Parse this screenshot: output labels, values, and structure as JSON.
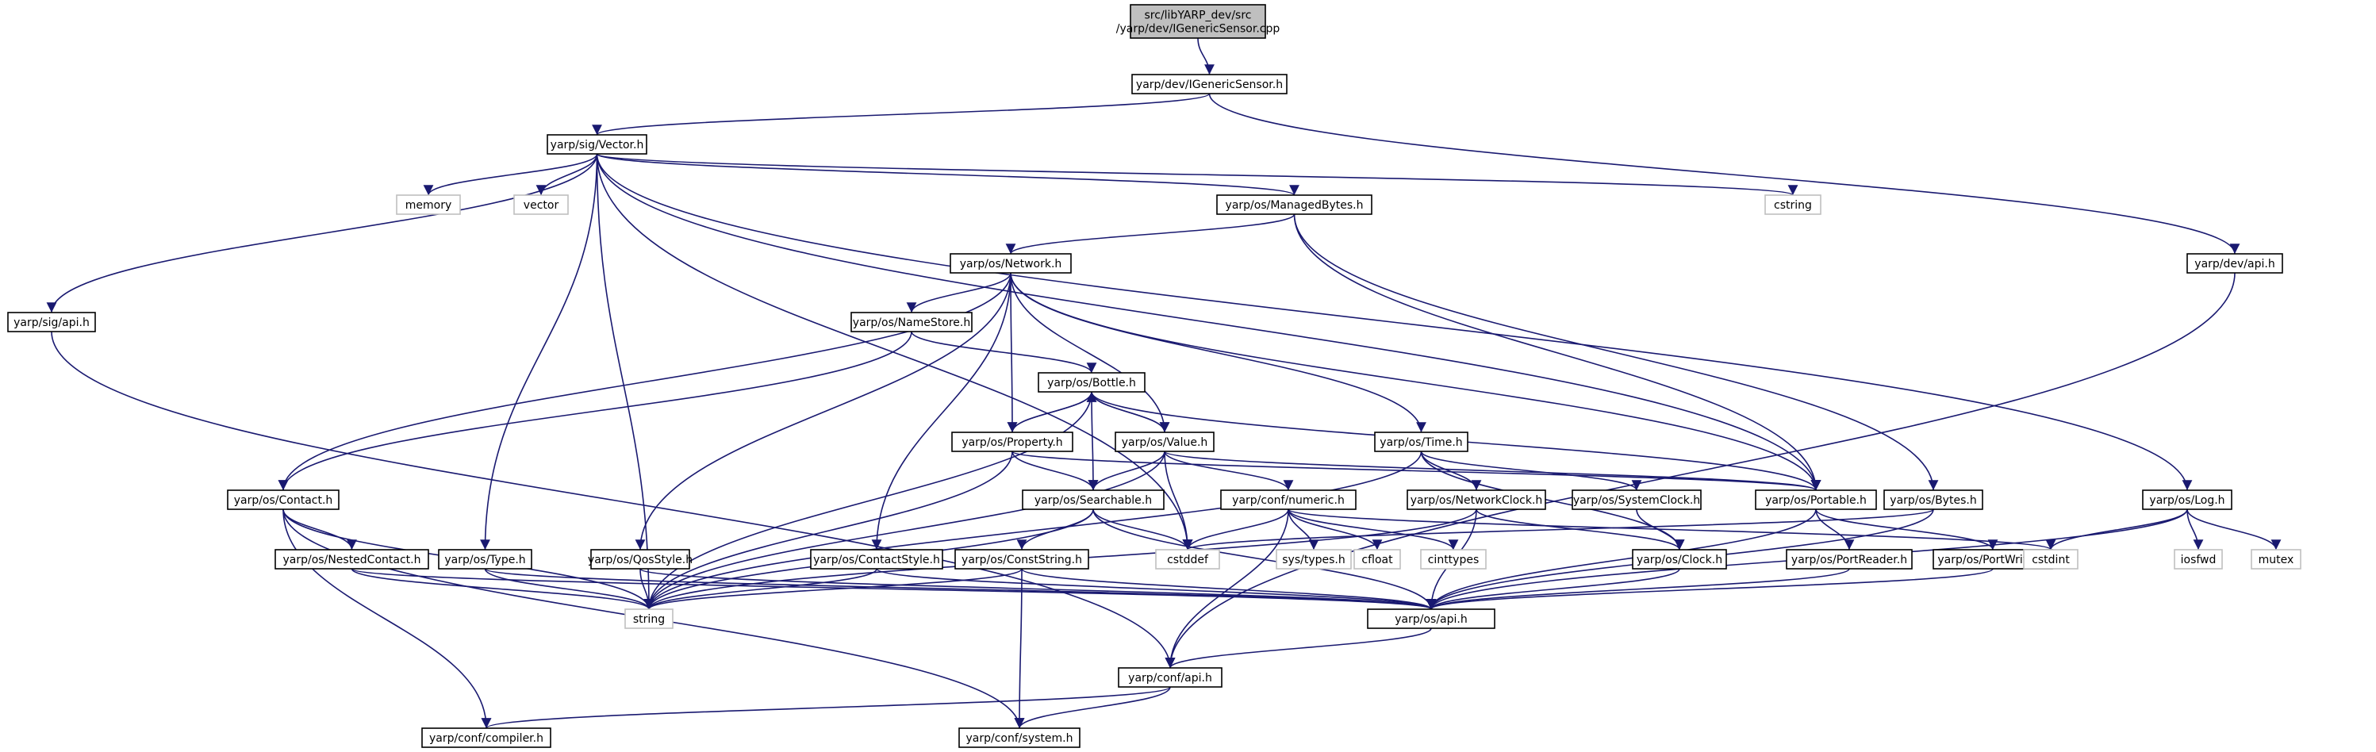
{
  "diagram": {
    "nodes": [
      {
        "id": "root",
        "lines": [
          "src/libYARP_dev/src",
          "/yarp/dev/IGenericSensor.cpp"
        ],
        "kind": "root"
      },
      {
        "id": "igs",
        "lines": [
          "yarp/dev/IGenericSensor.h"
        ],
        "kind": "header"
      },
      {
        "id": "vector_h",
        "lines": [
          "yarp/sig/Vector.h"
        ],
        "kind": "header"
      },
      {
        "id": "devapi",
        "lines": [
          "yarp/dev/api.h"
        ],
        "kind": "header"
      },
      {
        "id": "sigapi",
        "lines": [
          "yarp/sig/api.h"
        ],
        "kind": "header"
      },
      {
        "id": "memory",
        "lines": [
          "memory"
        ],
        "kind": "system"
      },
      {
        "id": "vector",
        "lines": [
          "vector"
        ],
        "kind": "system"
      },
      {
        "id": "managed",
        "lines": [
          "yarp/os/ManagedBytes.h"
        ],
        "kind": "header"
      },
      {
        "id": "cstring",
        "lines": [
          "cstring"
        ],
        "kind": "system"
      },
      {
        "id": "network",
        "lines": [
          "yarp/os/Network.h"
        ],
        "kind": "header"
      },
      {
        "id": "namestore",
        "lines": [
          "yarp/os/NameStore.h"
        ],
        "kind": "header"
      },
      {
        "id": "bottle",
        "lines": [
          "yarp/os/Bottle.h"
        ],
        "kind": "header"
      },
      {
        "id": "property",
        "lines": [
          "yarp/os/Property.h"
        ],
        "kind": "header"
      },
      {
        "id": "value",
        "lines": [
          "yarp/os/Value.h"
        ],
        "kind": "header"
      },
      {
        "id": "time",
        "lines": [
          "yarp/os/Time.h"
        ],
        "kind": "header"
      },
      {
        "id": "contact",
        "lines": [
          "yarp/os/Contact.h"
        ],
        "kind": "header"
      },
      {
        "id": "searchable",
        "lines": [
          "yarp/os/Searchable.h"
        ],
        "kind": "header"
      },
      {
        "id": "numeric",
        "lines": [
          "yarp/conf/numeric.h"
        ],
        "kind": "header"
      },
      {
        "id": "netclock",
        "lines": [
          "yarp/os/NetworkClock.h"
        ],
        "kind": "header"
      },
      {
        "id": "sysclock",
        "lines": [
          "yarp/os/SystemClock.h"
        ],
        "kind": "header"
      },
      {
        "id": "portable",
        "lines": [
          "yarp/os/Portable.h"
        ],
        "kind": "header"
      },
      {
        "id": "bytes",
        "lines": [
          "yarp/os/Bytes.h"
        ],
        "kind": "header"
      },
      {
        "id": "log",
        "lines": [
          "yarp/os/Log.h"
        ],
        "kind": "header"
      },
      {
        "id": "nested",
        "lines": [
          "yarp/os/NestedContact.h"
        ],
        "kind": "header"
      },
      {
        "id": "type",
        "lines": [
          "yarp/os/Type.h"
        ],
        "kind": "header"
      },
      {
        "id": "qos",
        "lines": [
          "yarp/os/QosStyle.h"
        ],
        "kind": "header"
      },
      {
        "id": "cstyle",
        "lines": [
          "yarp/os/ContactStyle.h"
        ],
        "kind": "header"
      },
      {
        "id": "cstr",
        "lines": [
          "yarp/os/ConstString.h"
        ],
        "kind": "header"
      },
      {
        "id": "cstddef",
        "lines": [
          "cstddef"
        ],
        "kind": "system"
      },
      {
        "id": "systypes",
        "lines": [
          "sys/types.h"
        ],
        "kind": "system"
      },
      {
        "id": "cfloat",
        "lines": [
          "cfloat"
        ],
        "kind": "system"
      },
      {
        "id": "cinttypes",
        "lines": [
          "cinttypes"
        ],
        "kind": "system"
      },
      {
        "id": "clock",
        "lines": [
          "yarp/os/Clock.h"
        ],
        "kind": "header"
      },
      {
        "id": "preader",
        "lines": [
          "yarp/os/PortReader.h"
        ],
        "kind": "header"
      },
      {
        "id": "pwriter",
        "lines": [
          "yarp/os/PortWriter.h"
        ],
        "kind": "header"
      },
      {
        "id": "cstdint",
        "lines": [
          "cstdint"
        ],
        "kind": "system"
      },
      {
        "id": "iosfwd",
        "lines": [
          "iosfwd"
        ],
        "kind": "system"
      },
      {
        "id": "mutex",
        "lines": [
          "mutex"
        ],
        "kind": "system"
      },
      {
        "id": "string",
        "lines": [
          "string"
        ],
        "kind": "system"
      },
      {
        "id": "osapi",
        "lines": [
          "yarp/os/api.h"
        ],
        "kind": "header"
      },
      {
        "id": "confapi",
        "lines": [
          "yarp/conf/api.h"
        ],
        "kind": "header"
      },
      {
        "id": "compiler",
        "lines": [
          "yarp/conf/compiler.h"
        ],
        "kind": "header"
      },
      {
        "id": "system",
        "lines": [
          "yarp/conf/system.h"
        ],
        "kind": "header"
      }
    ],
    "edges": [
      [
        "root",
        "igs"
      ],
      [
        "igs",
        "vector_h"
      ],
      [
        "igs",
        "devapi"
      ],
      [
        "vector_h",
        "sigapi"
      ],
      [
        "vector_h",
        "memory"
      ],
      [
        "vector_h",
        "vector"
      ],
      [
        "vector_h",
        "managed"
      ],
      [
        "vector_h",
        "cstring"
      ],
      [
        "vector_h",
        "type"
      ],
      [
        "vector_h",
        "string"
      ],
      [
        "vector_h",
        "cstddef"
      ],
      [
        "vector_h",
        "portable"
      ],
      [
        "vector_h",
        "log"
      ],
      [
        "devapi",
        "confapi"
      ],
      [
        "sigapi",
        "confapi"
      ],
      [
        "managed",
        "network"
      ],
      [
        "managed",
        "portable"
      ],
      [
        "managed",
        "bytes"
      ],
      [
        "network",
        "namestore"
      ],
      [
        "network",
        "property"
      ],
      [
        "network",
        "value"
      ],
      [
        "network",
        "time"
      ],
      [
        "network",
        "contact"
      ],
      [
        "network",
        "qos"
      ],
      [
        "network",
        "cstyle"
      ],
      [
        "network",
        "portable"
      ],
      [
        "namestore",
        "bottle"
      ],
      [
        "namestore",
        "contact"
      ],
      [
        "bottle",
        "property"
      ],
      [
        "bottle",
        "value"
      ],
      [
        "bottle",
        "searchable"
      ],
      [
        "bottle",
        "portable"
      ],
      [
        "bottle",
        "string"
      ],
      [
        "property",
        "bottle"
      ],
      [
        "property",
        "searchable"
      ],
      [
        "property",
        "portable"
      ],
      [
        "property",
        "string"
      ],
      [
        "value",
        "bottle"
      ],
      [
        "value",
        "searchable"
      ],
      [
        "value",
        "numeric"
      ],
      [
        "value",
        "portable"
      ],
      [
        "value",
        "cstddef"
      ],
      [
        "value",
        "string"
      ],
      [
        "time",
        "netclock"
      ],
      [
        "time",
        "sysclock"
      ],
      [
        "time",
        "clock"
      ],
      [
        "time",
        "string"
      ],
      [
        "contact",
        "nested"
      ],
      [
        "contact",
        "string"
      ],
      [
        "contact",
        "compiler"
      ],
      [
        "contact",
        "system"
      ],
      [
        "searchable",
        "cstr"
      ],
      [
        "searchable",
        "string"
      ],
      [
        "searchable",
        "osapi"
      ],
      [
        "searchable",
        "cstddef"
      ],
      [
        "numeric",
        "confapi"
      ],
      [
        "numeric",
        "cstddef"
      ],
      [
        "numeric",
        "systypes"
      ],
      [
        "numeric",
        "cfloat"
      ],
      [
        "numeric",
        "cinttypes"
      ],
      [
        "numeric",
        "cstdint"
      ],
      [
        "netclock",
        "clock"
      ],
      [
        "netclock",
        "string"
      ],
      [
        "netclock",
        "osapi"
      ],
      [
        "sysclock",
        "clock"
      ],
      [
        "portable",
        "preader"
      ],
      [
        "portable",
        "pwriter"
      ],
      [
        "portable",
        "osapi"
      ],
      [
        "bytes",
        "cstddef"
      ],
      [
        "bytes",
        "osapi"
      ],
      [
        "log",
        "cstdint"
      ],
      [
        "log",
        "iosfwd"
      ],
      [
        "log",
        "mutex"
      ],
      [
        "log",
        "osapi"
      ],
      [
        "nested",
        "string"
      ],
      [
        "nested",
        "osapi"
      ],
      [
        "type",
        "string"
      ],
      [
        "type",
        "osapi"
      ],
      [
        "qos",
        "string"
      ],
      [
        "qos",
        "osapi"
      ],
      [
        "cstyle",
        "string"
      ],
      [
        "cstyle",
        "osapi"
      ],
      [
        "cstr",
        "string"
      ],
      [
        "cstr",
        "osapi"
      ],
      [
        "cstr",
        "system"
      ],
      [
        "clock",
        "osapi"
      ],
      [
        "preader",
        "osapi"
      ],
      [
        "pwriter",
        "osapi"
      ],
      [
        "osapi",
        "confapi"
      ],
      [
        "confapi",
        "compiler"
      ],
      [
        "confapi",
        "system"
      ]
    ]
  }
}
